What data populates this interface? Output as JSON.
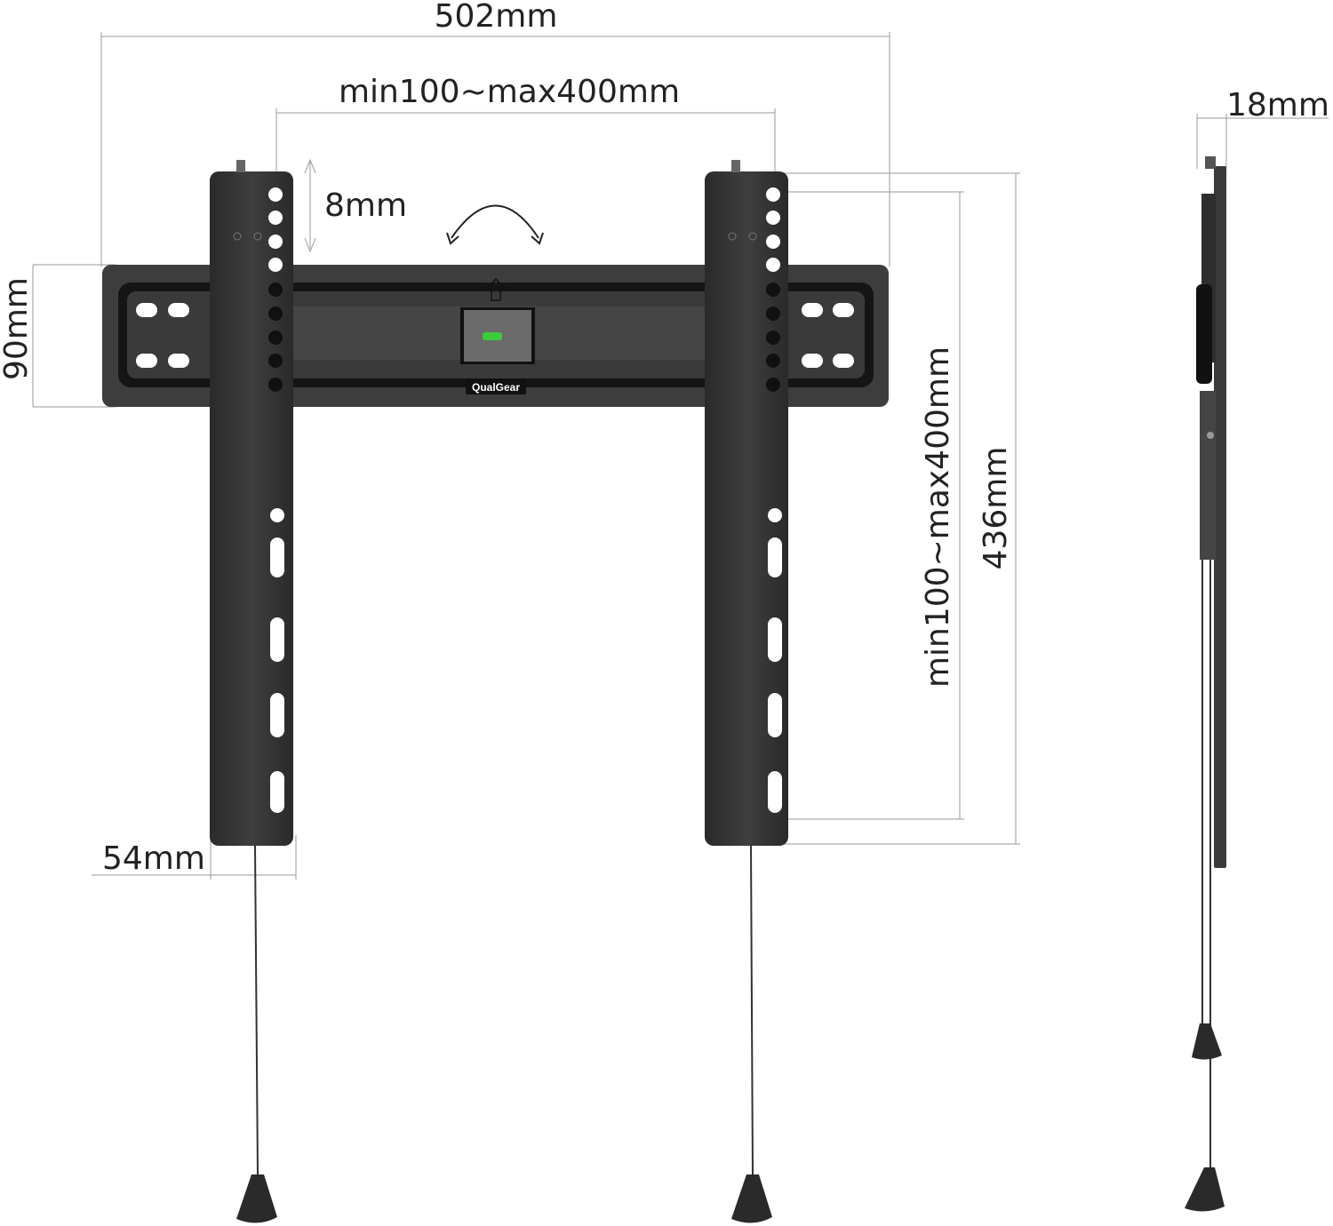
{
  "brand": "QualGear",
  "colors": {
    "metal": "#3b3b3b",
    "metal_dark": "#1c1c1c",
    "level_bubble": "#3ccc3c",
    "dimension_line": "#9a9a9a"
  },
  "dimensions": {
    "overall_width": "502mm",
    "horizontal_vesa": "min100~max400mm",
    "vertical_adjust": "8mm",
    "plate_height": "90mm",
    "arm_width": "54mm",
    "arm_height": "436mm",
    "vertical_vesa": "min100~max400mm",
    "depth": "18mm"
  },
  "icons": [
    "tilt-arrow-icon",
    "up-arrow-icon",
    "bubble-level-icon"
  ]
}
